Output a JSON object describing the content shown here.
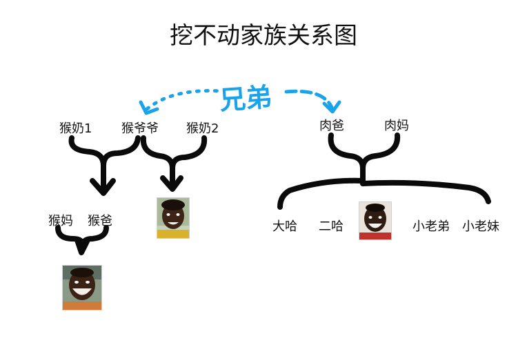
{
  "title": "挖不动家族关系图",
  "relation_label": "兄弟",
  "relation_color": "#1aa3e8",
  "line_color": "#0a0a0a",
  "people": {
    "monkey_grandma_1": "猴奶1",
    "monkey_grandpa": "猴爷爷",
    "monkey_grandma_2": "猴奶2",
    "meat_dad": "肉爸",
    "meat_mom": "肉妈",
    "monkey_mom": "猴妈",
    "monkey_dad": "猴爸",
    "da_ha": "大哈",
    "er_ha": "二哈",
    "little_brother": "小老弟",
    "little_sister": "小老妹"
  },
  "photos": {
    "grandma2_child": "child-face-photo",
    "meat_child": "child-face-photo",
    "monkey_child": "child-face-photo"
  }
}
